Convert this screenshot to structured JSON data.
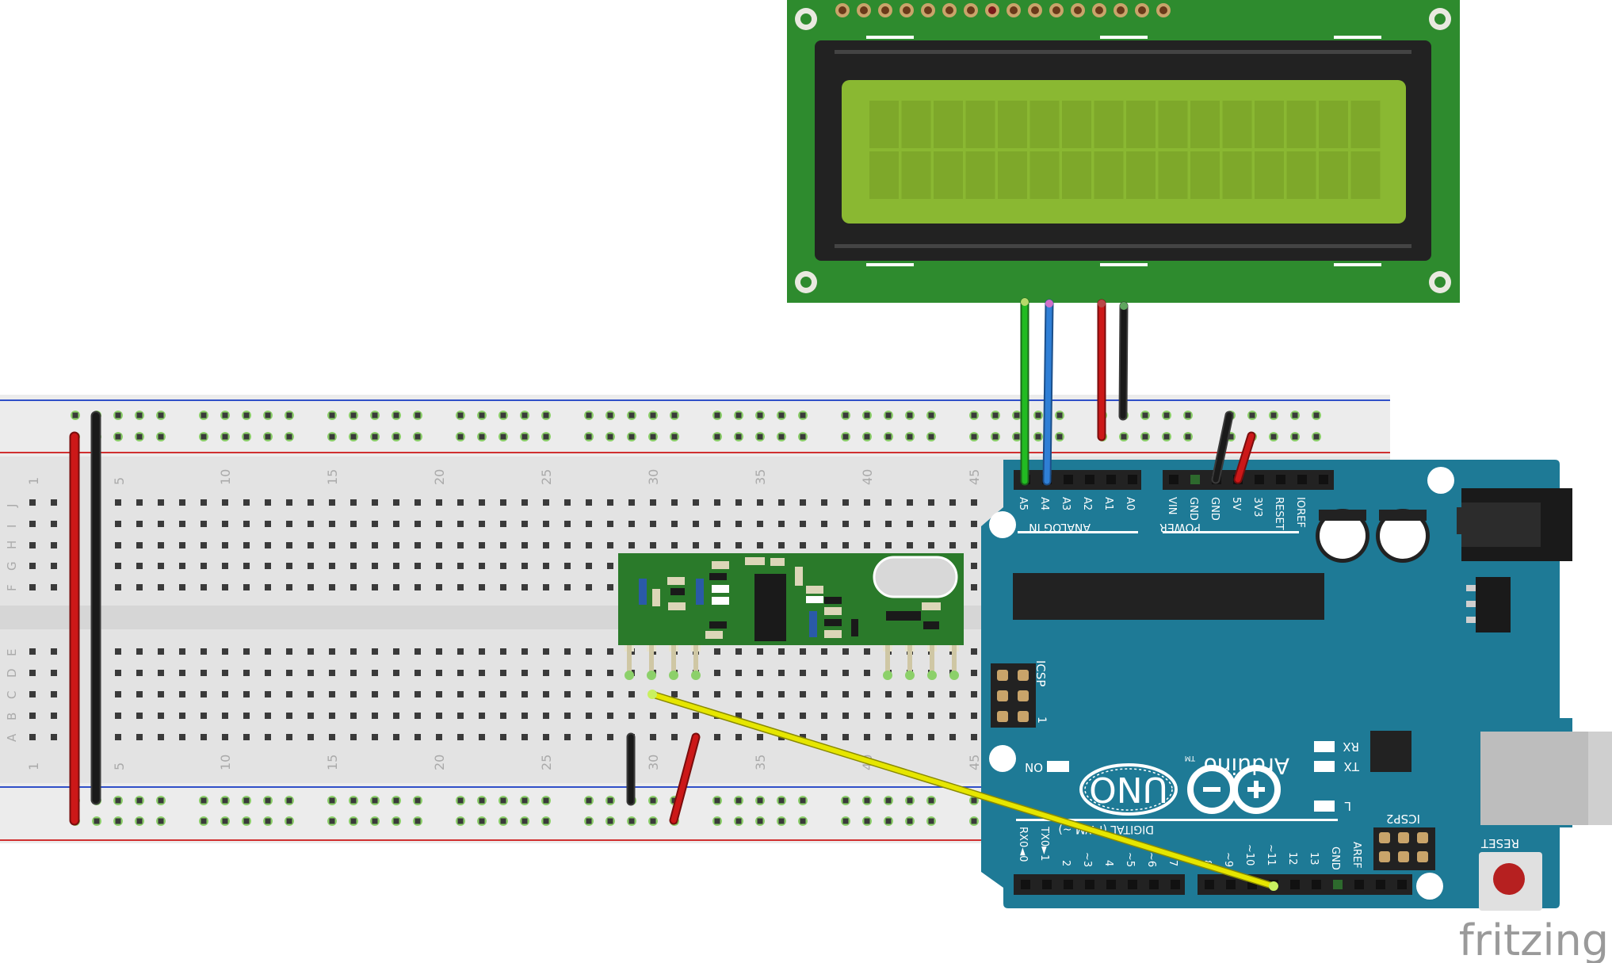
{
  "breadboard": {
    "column_numbers": [
      "1",
      "5",
      "10",
      "15",
      "20",
      "25",
      "30",
      "35",
      "40",
      "45"
    ],
    "row_letters_top": [
      "J",
      "I",
      "H",
      "G",
      "F"
    ],
    "row_letters_bottom": [
      "E",
      "D",
      "C",
      "B",
      "A"
    ]
  },
  "arduino": {
    "analog_header_labels": [
      "A5",
      "A4",
      "A3",
      "A2",
      "A1",
      "A0"
    ],
    "analog_section_label": "ANALOG IN",
    "power_header_labels": [
      "VIN",
      "GND",
      "GND",
      "5V",
      "3V3",
      "RESET",
      "IOREF"
    ],
    "power_section_label": "POWER",
    "digital_labels": [
      "RX0◄0",
      "TX0►1",
      "2",
      "~3",
      "4",
      "~5",
      "~6",
      "7",
      "8",
      "~9",
      "~10",
      "~11",
      "12",
      "13",
      "GND",
      "AREF"
    ],
    "digital_section_label": "DIGITAL (PWM ~)",
    "icsp_label": "ICSP",
    "icsp2_label": "ICSP2",
    "icsp_pin1_label": "1",
    "on_label": "ON",
    "rx_label": "RX",
    "tx_label": "TX",
    "l_label": "L",
    "reset_label": "RESET",
    "brand_text": "Arduino",
    "tm_text": "TM",
    "model_text": "UNO"
  },
  "watermark": "fritzing",
  "colors": {
    "lcd_board": "#2e8b2e",
    "lcd_screen": "#8ab832",
    "arduino_board": "#1e7a96",
    "rf_module": "#2a7a2a",
    "wire_red": "#cc1818",
    "wire_black": "#1a1a1a",
    "wire_green": "#22bb22",
    "wire_blue": "#2f7fd6",
    "wire_yellow": "#e6e600"
  }
}
